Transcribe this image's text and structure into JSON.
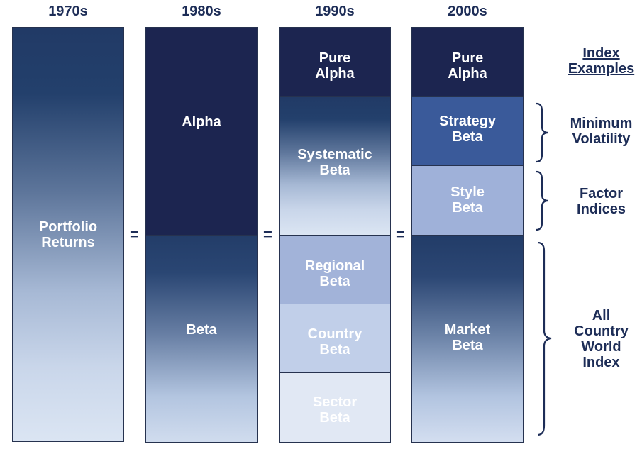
{
  "headers": [
    "1970s",
    "1980s",
    "1990s",
    "2000s"
  ],
  "equals": "=",
  "col1970": {
    "label": "Portfolio\nReturns"
  },
  "col1980": {
    "alpha": "Alpha",
    "beta": "Beta"
  },
  "col1990": {
    "pure_alpha": "Pure\nAlpha",
    "systematic_beta": "Systematic\nBeta",
    "regional_beta": "Regional\nBeta",
    "country_beta": "Country\nBeta",
    "sector_beta": "Sector\nBeta"
  },
  "col2000": {
    "pure_alpha": "Pure\nAlpha",
    "strategy_beta": "Strategy\nBeta",
    "style_beta": "Style\nBeta",
    "market_beta": "Market\nBeta"
  },
  "index_examples": {
    "heading": "Index\nExamples",
    "min_vol": "Minimum\nVolatility",
    "factor": "Factor\nIndices",
    "acwi": "All\nCountry\nWorld\nIndex"
  },
  "colors": {
    "navy": "#1c2550",
    "text_navy": "#1d2d57",
    "strategy": "#3a5a9a",
    "style": "#9fb1d9"
  }
}
